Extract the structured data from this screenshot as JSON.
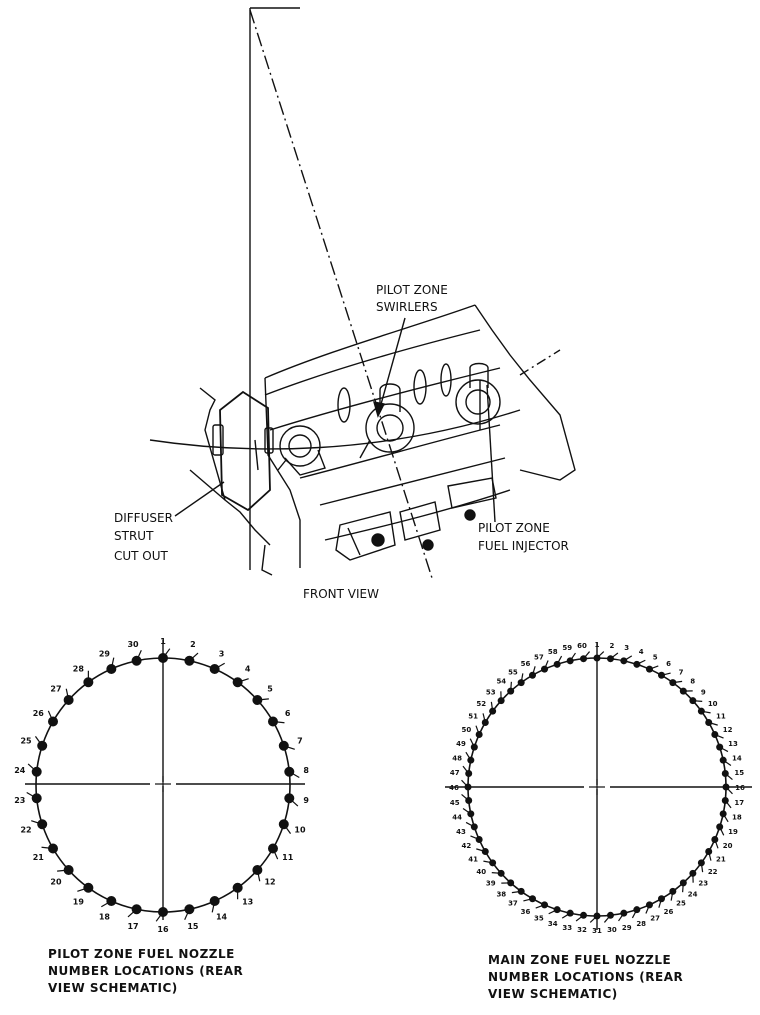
{
  "front_view": {
    "title": "FRONT VIEW",
    "labels": {
      "swirlers_line1": "PILOT ZONE",
      "swirlers_line2": "SWIRLERS",
      "strut_line1": "DIFFUSER",
      "strut_line2": "STRUT",
      "strut_line3": "CUT OUT",
      "injector_line1": "PILOT ZONE",
      "injector_line2": "FUEL INJECTOR"
    }
  },
  "pilot_zone_schematic": {
    "nozzle_count": 30,
    "caption_line1": "PILOT ZONE FUEL NOZZLE",
    "caption_line2": "NUMBER LOCATIONS (REAR",
    "caption_line3": "VIEW SCHEMATIC)"
  },
  "main_zone_schematic": {
    "nozzle_count": 60,
    "caption_line1": "MAIN ZONE FUEL NOZZLE",
    "caption_line2": "NUMBER LOCATIONS (REAR",
    "caption_line3": "VIEW SCHEMATIC)"
  }
}
